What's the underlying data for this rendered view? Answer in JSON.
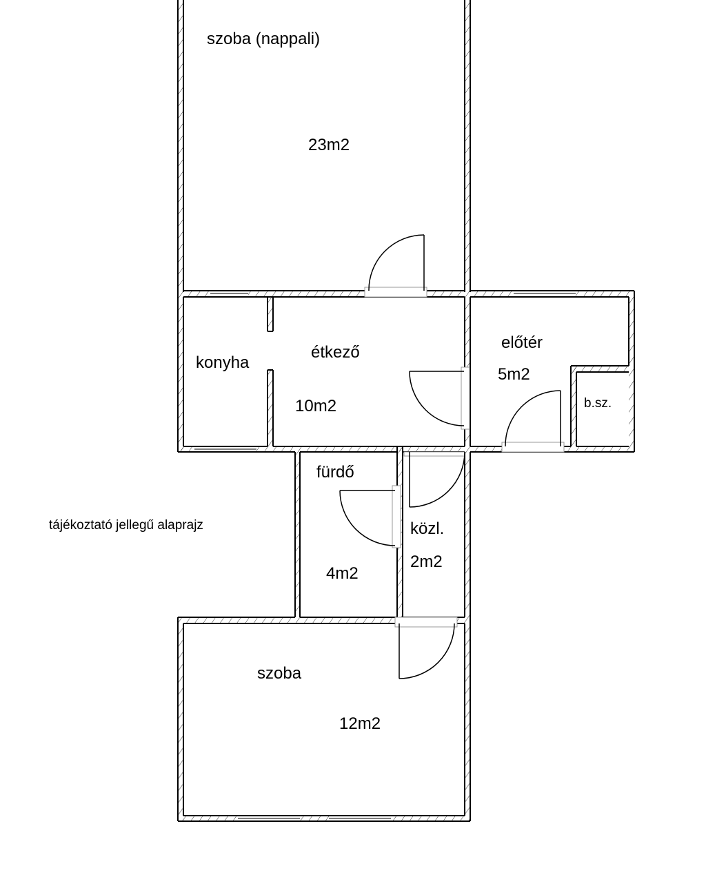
{
  "rooms": {
    "living": {
      "name": "szoba (nappali)",
      "area": "23m2"
    },
    "kitchen": {
      "name": "konyha"
    },
    "dining": {
      "name": "étkező",
      "area": "10m2"
    },
    "hall": {
      "name": "előtér",
      "area": "5m2"
    },
    "pantry": {
      "name": "b.sz."
    },
    "bath": {
      "name": "fürdő",
      "area": "4m2"
    },
    "corridor": {
      "name": "közl.",
      "area": "2m2"
    },
    "bedroom": {
      "name": "szoba",
      "area": "12m2"
    }
  },
  "note": "tájékoztató jellegű alaprajz"
}
